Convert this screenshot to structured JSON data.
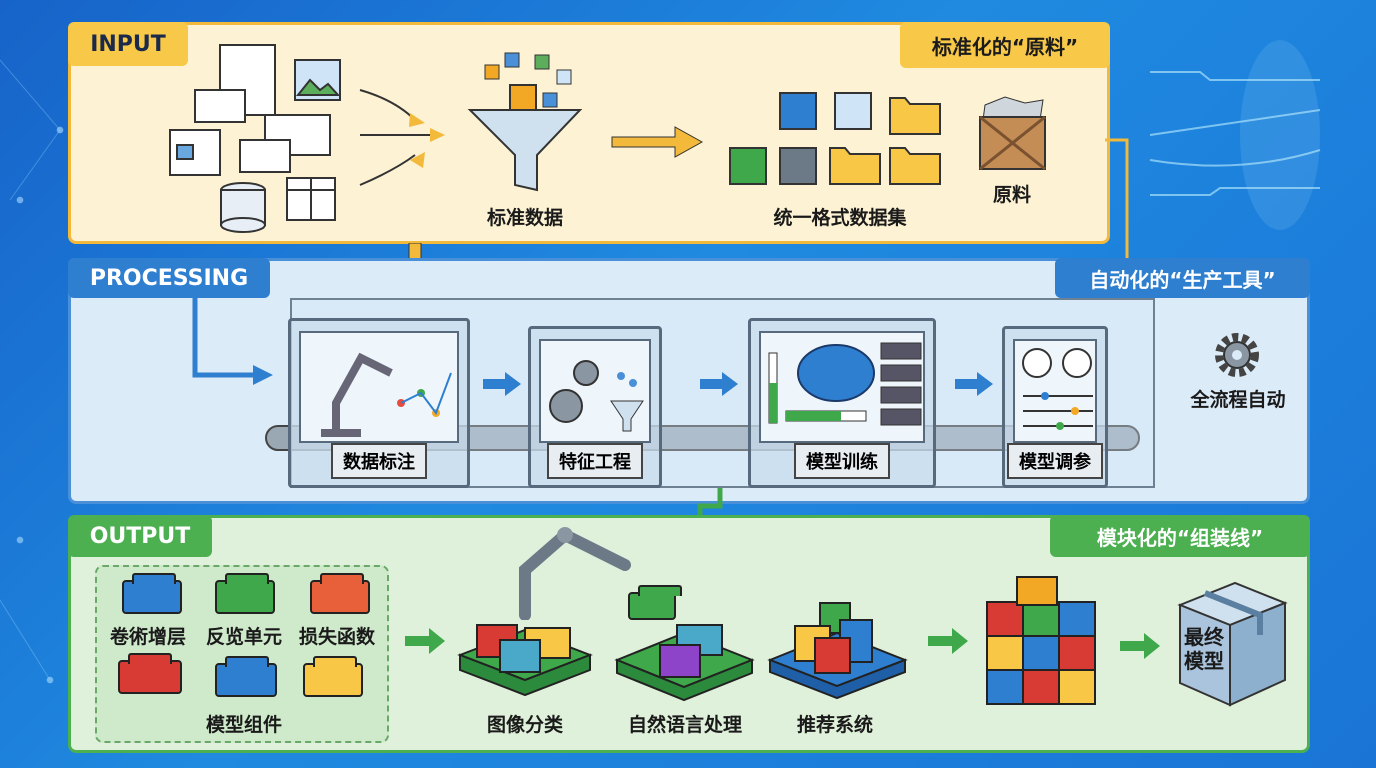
{
  "input": {
    "title": "INPUT",
    "tagline": "标准化的“原料”",
    "funnel_label": "标准数据",
    "dataset_label": "统一格式数据集",
    "raw_label": "原料"
  },
  "processing": {
    "title": "PROCESSING",
    "tagline": "自动化的“生产工具”",
    "stations": [
      "数据标注",
      "特征工程",
      "模型训练",
      "模型调参"
    ],
    "auto_label": "全流程自动"
  },
  "output": {
    "title": "OUTPUT",
    "tagline": "模块化的“组装线”",
    "components": [
      "卷術增层",
      "反览单元",
      "损失函数"
    ],
    "components_label": "模型组件",
    "applications": [
      "图像分类",
      "自然语言处理",
      "推荐系统"
    ],
    "final_model": "最终模型"
  },
  "colors": {
    "input_bg": "#fdf2d4",
    "input_border": "#f2b93b",
    "proc_bg": "#dcebf8",
    "proc_border": "#4a90d9",
    "out_bg": "#dff1da",
    "out_border": "#4caf50"
  }
}
